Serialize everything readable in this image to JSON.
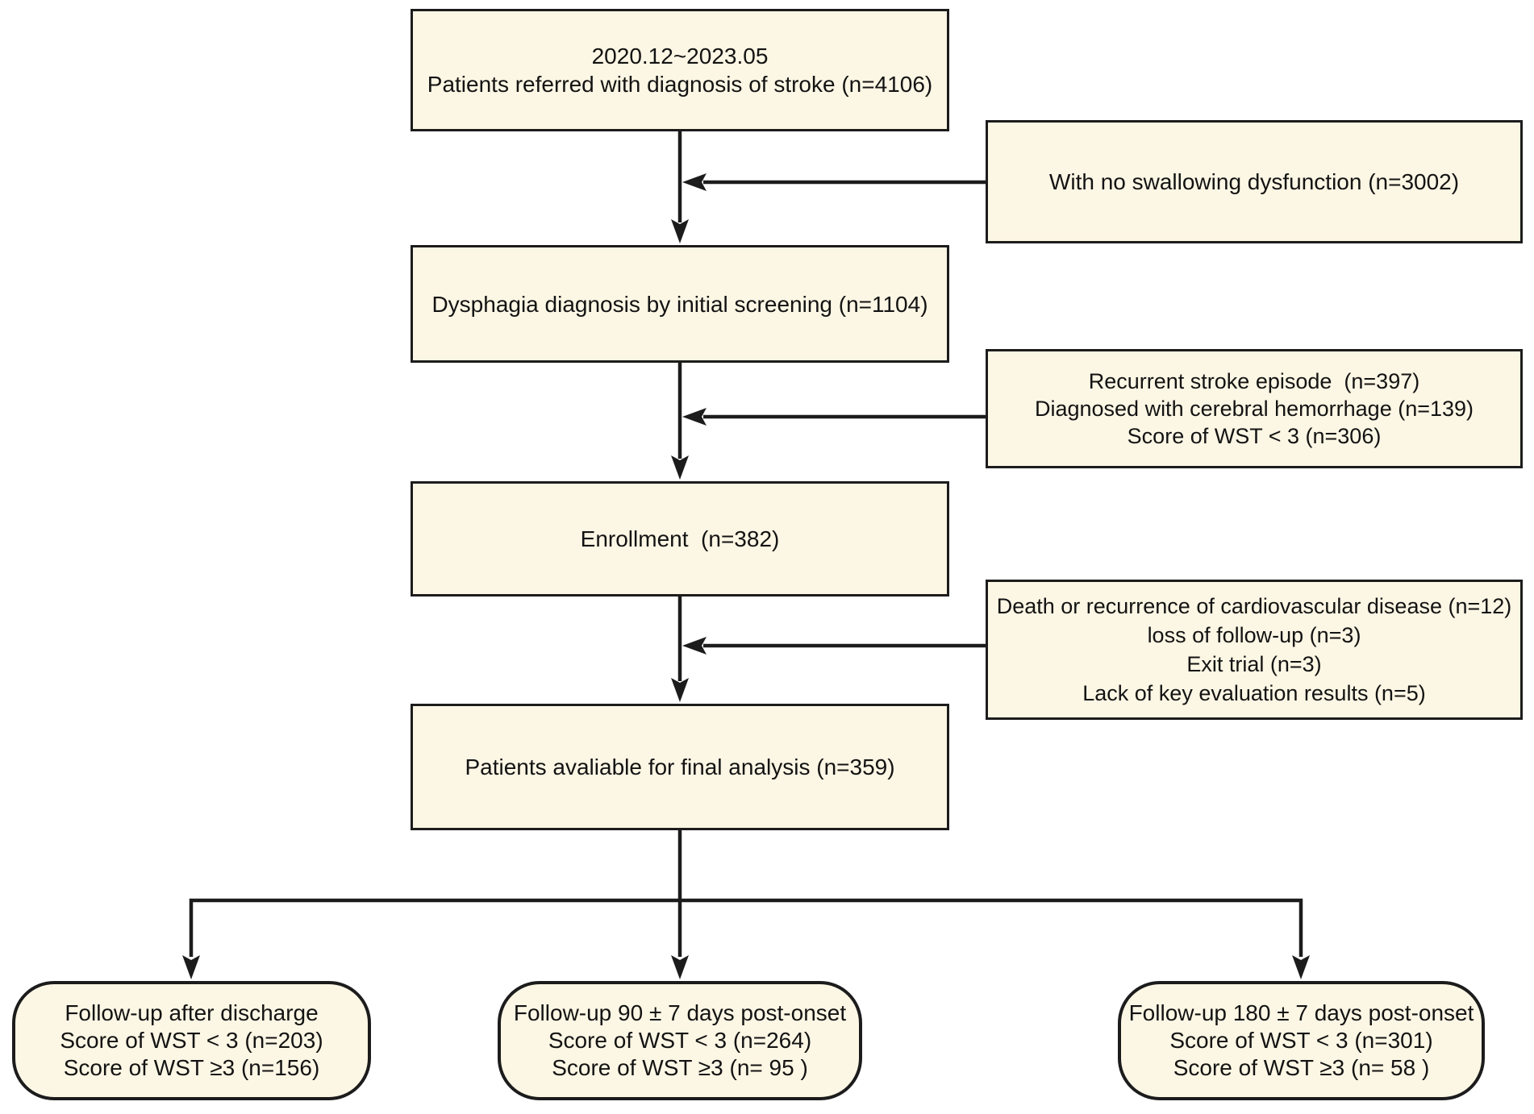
{
  "figure": {
    "type": "flowchart",
    "description": "Patient enrollment and follow-up flow diagram",
    "background_color": "#ffffff",
    "box_fill_color": "#fcf6e4",
    "box_border_color": "#1c1c1c",
    "arrow_color": "#1c1c1c",
    "text_color": "#131313"
  },
  "flow_boxes": [
    {
      "id": "referred",
      "lines": [
        "2020.12~2023.05",
        "Patients referred with diagnosis of stroke (n=4106)"
      ]
    },
    {
      "id": "screening",
      "lines": [
        "Dysphagia diagnosis by initial screening (n=1104)"
      ]
    },
    {
      "id": "enrollment",
      "lines": [
        "Enrollment  (n=382)"
      ]
    },
    {
      "id": "final",
      "lines": [
        "Patients avaliable for final analysis (n=359)"
      ]
    }
  ],
  "exclusion_boxes": [
    {
      "id": "no-dysfunction",
      "lines": [
        "With no swallowing dysfunction (n=3002)"
      ]
    },
    {
      "id": "screening-exclusions",
      "lines": [
        "Recurrent stroke episode  (n=397)",
        "Diagnosed with cerebral hemorrhage (n=139)",
        "Score of WST < 3 (n=306)"
      ]
    },
    {
      "id": "withdrawals",
      "lines": [
        "Death or recurrence of cardiovascular disease (n=12)",
        "loss of follow-up (n=3)",
        "Exit trial (n=3)",
        "Lack of key evaluation results (n=5)"
      ]
    }
  ],
  "outcome_boxes": [
    {
      "id": "discharge-followup",
      "lines": [
        "Follow-up after discharge",
        "Score of WST < 3 (n=203)",
        "Score of WST ≥3 (n=156)"
      ]
    },
    {
      "id": "day90-followup",
      "lines": [
        "Follow-up 90 ± 7 days post-onset",
        "Score of WST < 3 (n=264)",
        "Score of WST ≥3 (n= 95 )"
      ]
    },
    {
      "id": "day180-followup",
      "lines": [
        "Follow-up 180 ± 7 days post-onset",
        "Score of WST < 3 (n=301)",
        "Score of WST ≥3 (n= 58 )"
      ]
    }
  ]
}
